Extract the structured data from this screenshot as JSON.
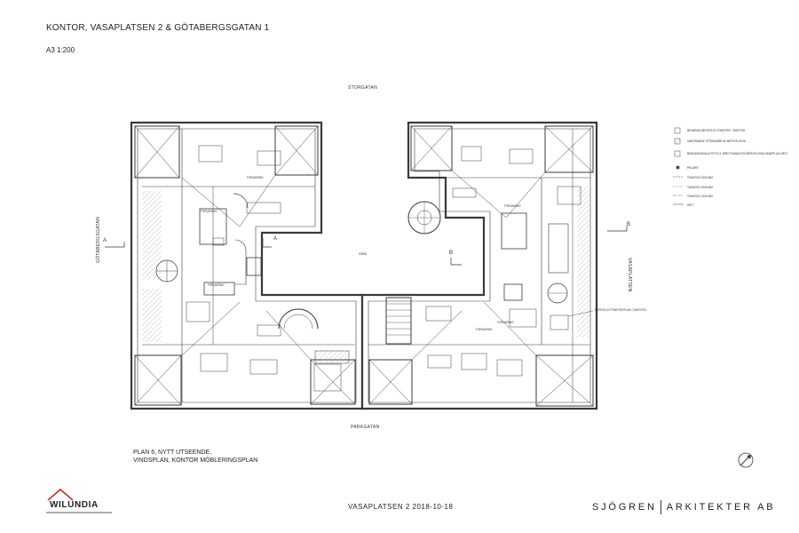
{
  "header": {
    "title": "KONTOR, VASAPLATSEN 2 & GÖTABERGSGATAN 1",
    "scale": "A3 1:200"
  },
  "streets": {
    "top": "STORGATAN",
    "bottom": "PARKGATAN",
    "left": "GÖTABERGSGATAN",
    "right": "VASAPLATSEN"
  },
  "plan": {
    "courtyard": "GÅRD",
    "section_marks": [
      "A",
      "A",
      "B",
      "B"
    ],
    "room_label": "FÖRVARING",
    "callout": "BEFINTLIG FÖNSTERPLAN I TAKFOTA"
  },
  "legend": {
    "items": [
      "BEVARAD BEFINTLIG FÖNSTER I TAKFOTA",
      "VANDRANDE STRIDSMÅR AV BEFINTLIGHA",
      "BRANDSKARA ALTSTYLS, BRIKTSANDA PÅ BEFINTLIGHA VANSPLAN HELT",
      "PELARE",
      "TAKHÖJD 2300 MM",
      "TAKHÖJD 1900 MM",
      "TAKHÖJD 1400 MM",
      "HELT"
    ]
  },
  "caption": {
    "line1": "PLAN 6, NYTT UTSEENDE,",
    "line2": "VINDSPLAN, KONTOR MÖBLERINGSPLAN"
  },
  "footer": {
    "project": "VASAPLATSEN 2   2018-10-18",
    "firm_left": "SJÖGREN",
    "firm_right": "ARKITEKTER AB",
    "logo_text": "WILUNDIA"
  },
  "colors": {
    "line": "#3a3a3a",
    "wall": "#555555",
    "background": "#ffffff"
  }
}
